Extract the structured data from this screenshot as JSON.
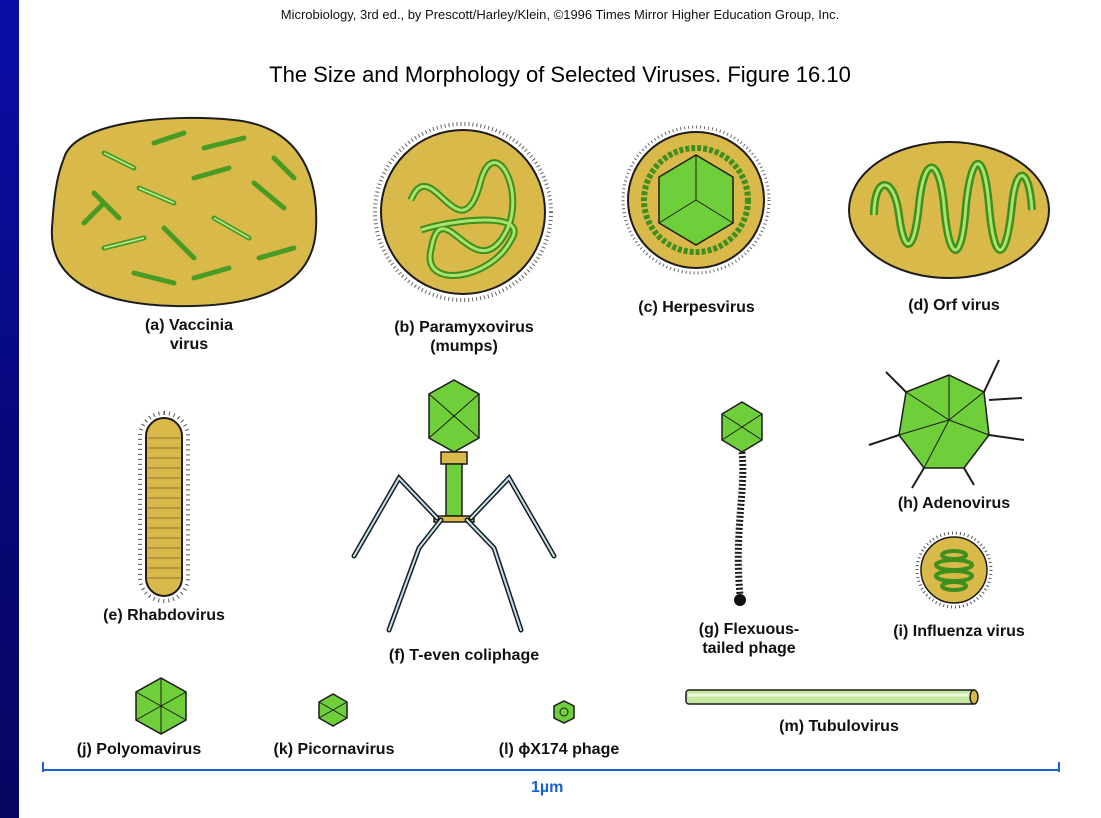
{
  "header": {
    "credit": "Microbiology, 3rd ed., by Prescott/Harley/Klein, ©1996 Times Mirror Higher Education Group, Inc.",
    "title": "The Size and Morphology of Selected Viruses.  Figure 16.10"
  },
  "viruses": {
    "a": {
      "line1": "(a) Vaccinia",
      "line2": "virus"
    },
    "b": {
      "line1": "(b) Paramyxovirus",
      "line2": "(mumps)"
    },
    "c": {
      "line1": "(c) Herpesvirus"
    },
    "d": {
      "line1": "(d) Orf virus"
    },
    "e": {
      "line1": "(e) Rhabdovirus"
    },
    "f": {
      "line1": "(f) T-even coliphage"
    },
    "g": {
      "line1": "(g) Flexuous-",
      "line2": "tailed phage"
    },
    "h": {
      "line1": "(h) Adenovirus"
    },
    "i": {
      "line1": "(i) Influenza virus"
    },
    "j": {
      "line1": "(j) Polyomavirus"
    },
    "k": {
      "line1": "(k) Picornavirus"
    },
    "l": {
      "line1": "(l) ϕX174 phage"
    },
    "m": {
      "line1": "(m) Tubulovirus"
    }
  },
  "scale_bar": {
    "label": "1µm"
  },
  "colors": {
    "capsid": "#6fcf3a",
    "envelope": "#d9b94a",
    "outline": "#1c1c1c",
    "scale": "#1a5fd0"
  }
}
